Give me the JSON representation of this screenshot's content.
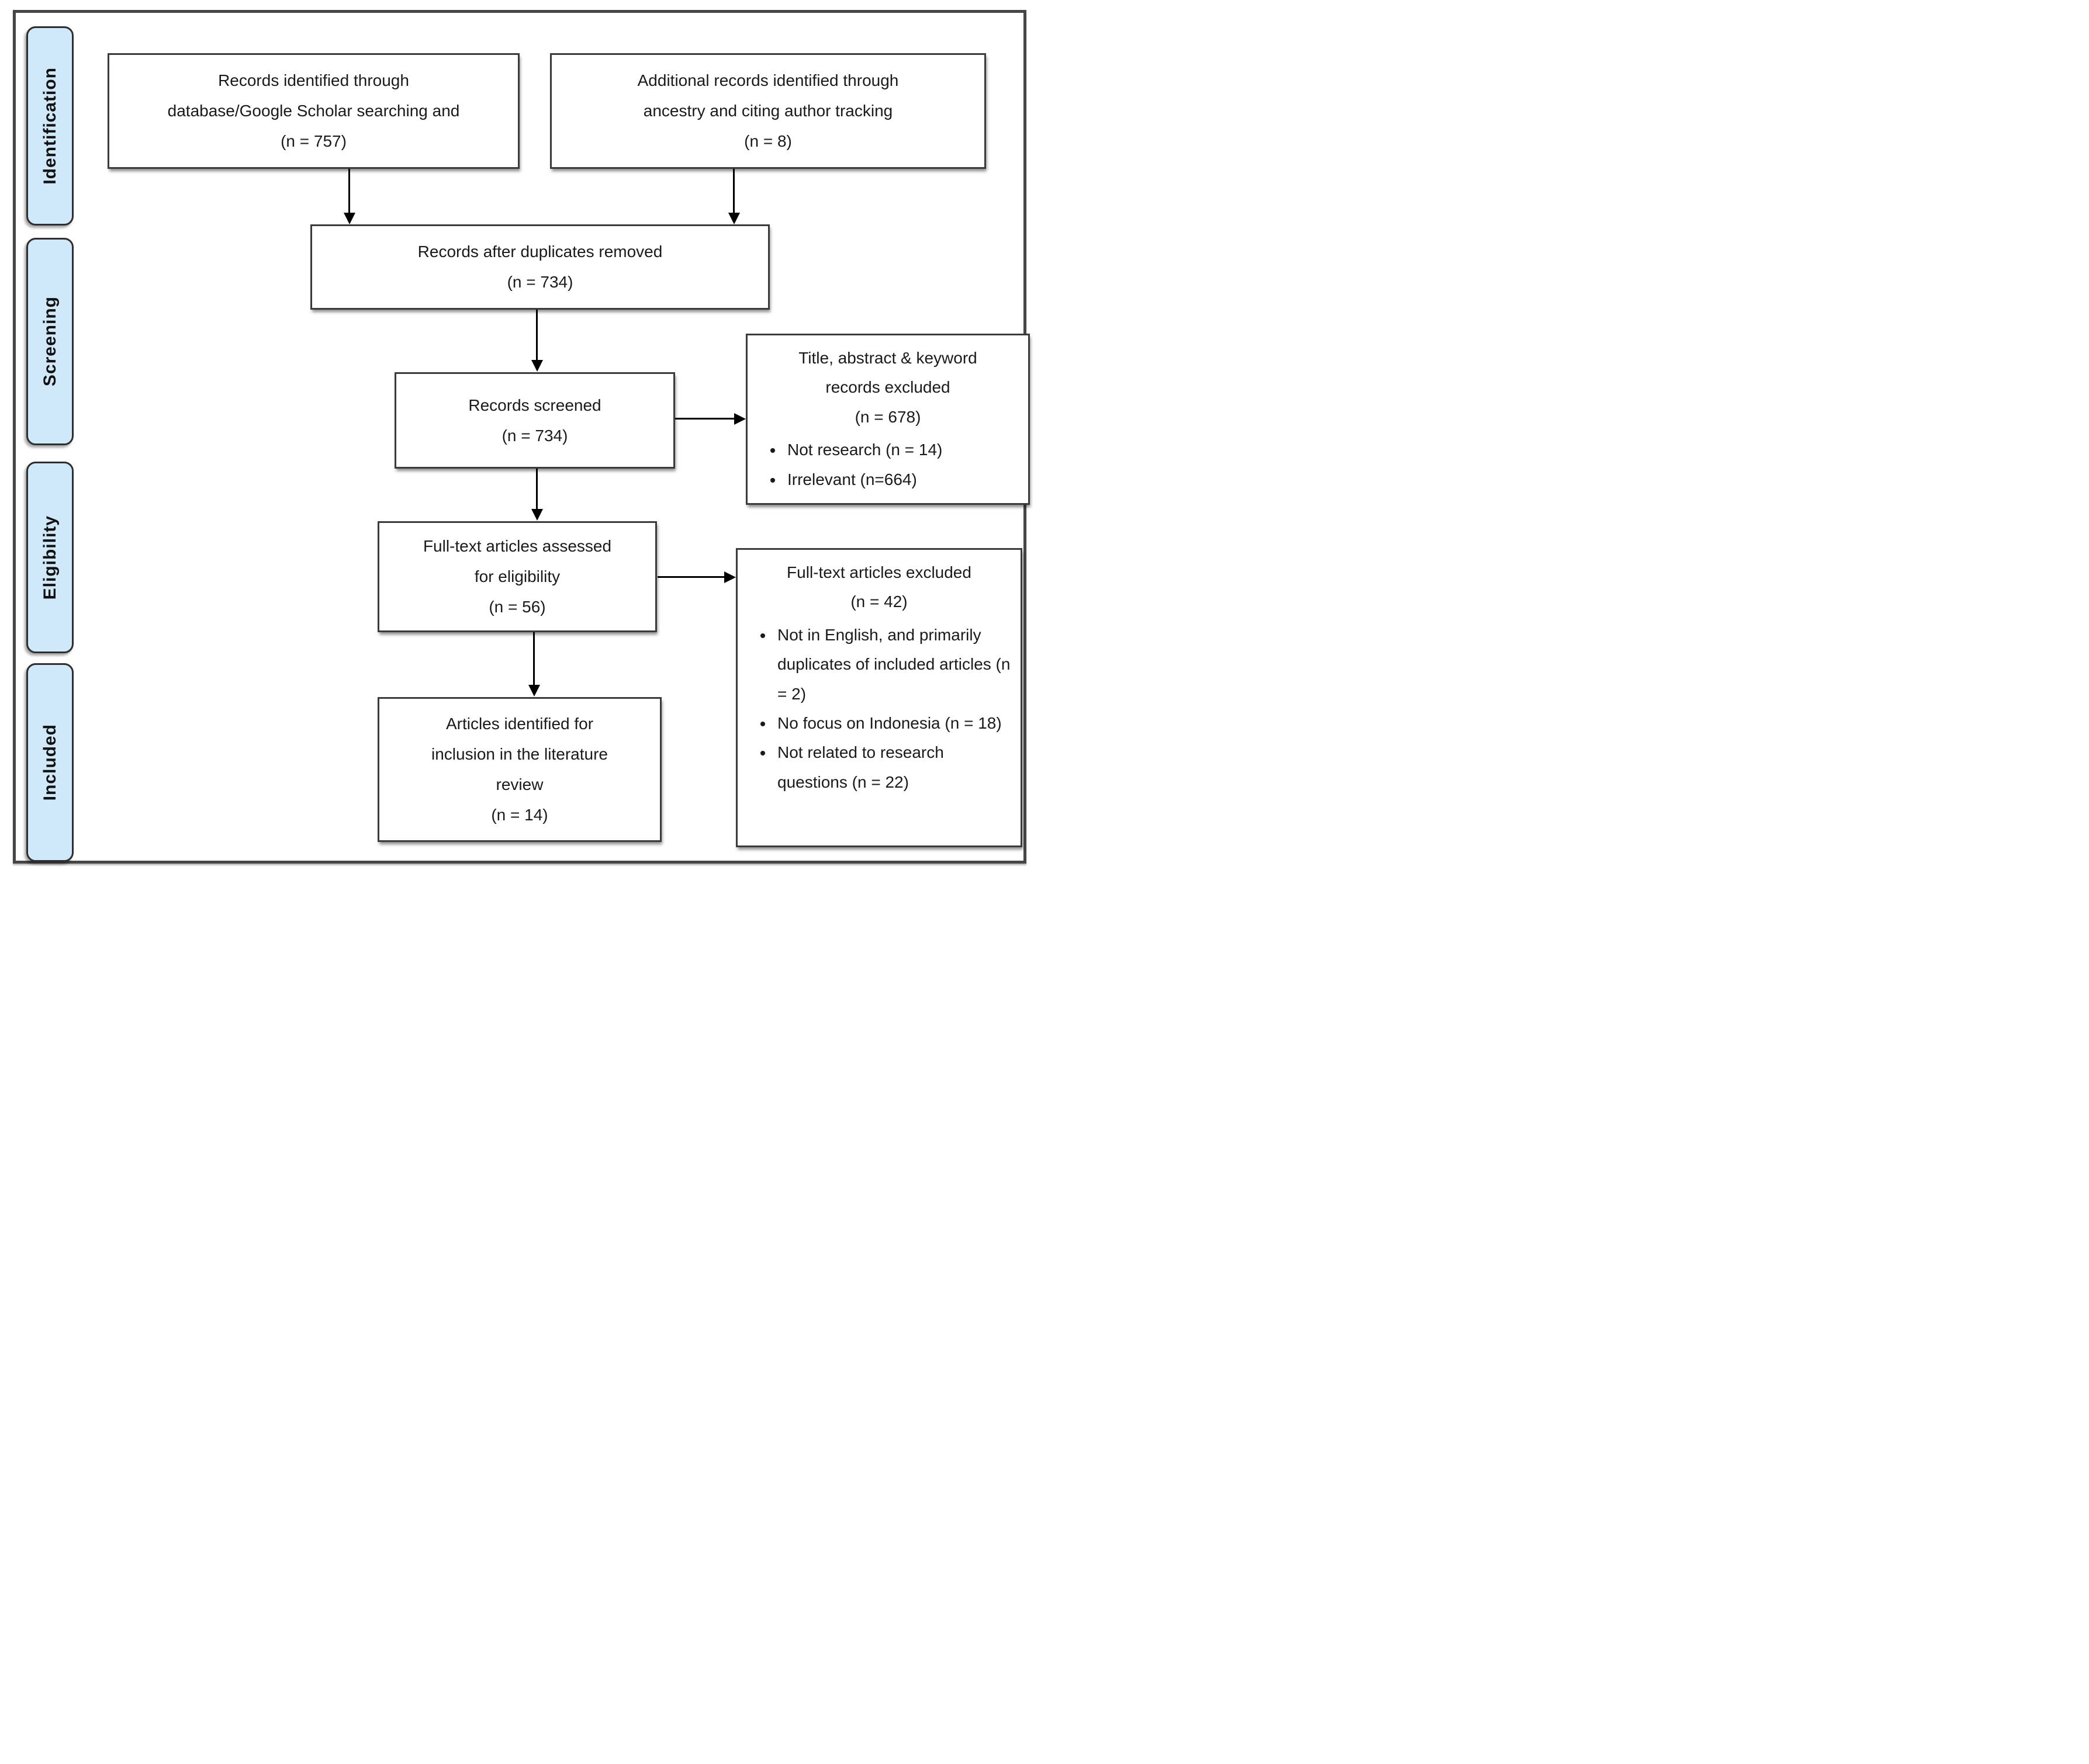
{
  "sidebar": {
    "stages": [
      {
        "label": "Identification"
      },
      {
        "label": "Screening"
      },
      {
        "label": "Eligibility"
      },
      {
        "label": "Included"
      }
    ]
  },
  "flow": {
    "records_identified": "Records identified through\ndatabase/Google Scholar searching and\n(n = 757)",
    "additional_records": "Additional records identified through\nancestry and citing author tracking\n(n = 8)",
    "after_duplicates": "Records after duplicates removed\n(n = 734)",
    "records_screened": "Records screened\n(n = 734)",
    "screening_excluded": {
      "title": "Title, abstract & keyword\nrecords excluded\n(n = 678)",
      "bullets": [
        "Not research (n = 14)",
        "Irrelevant (n=664)"
      ]
    },
    "fulltext_assessed": "Full-text articles assessed\nfor eligibility\n(n = 56)",
    "fulltext_excluded": {
      "title": "Full-text articles excluded\n(n = 42)",
      "bullets": [
        "Not in English, and primarily duplicates of included articles (n = 2)",
        "No focus on Indonesia (n = 18)",
        "Not related to research questions (n = 22)"
      ]
    },
    "included_articles": "Articles identified for\ninclusion in the literature\nreview\n(n = 14)"
  },
  "colors": {
    "stage_tab_fill": "#cfe9fb",
    "stage_tab_border": "#2e2e2e",
    "box_border": "#3b3b3b"
  }
}
